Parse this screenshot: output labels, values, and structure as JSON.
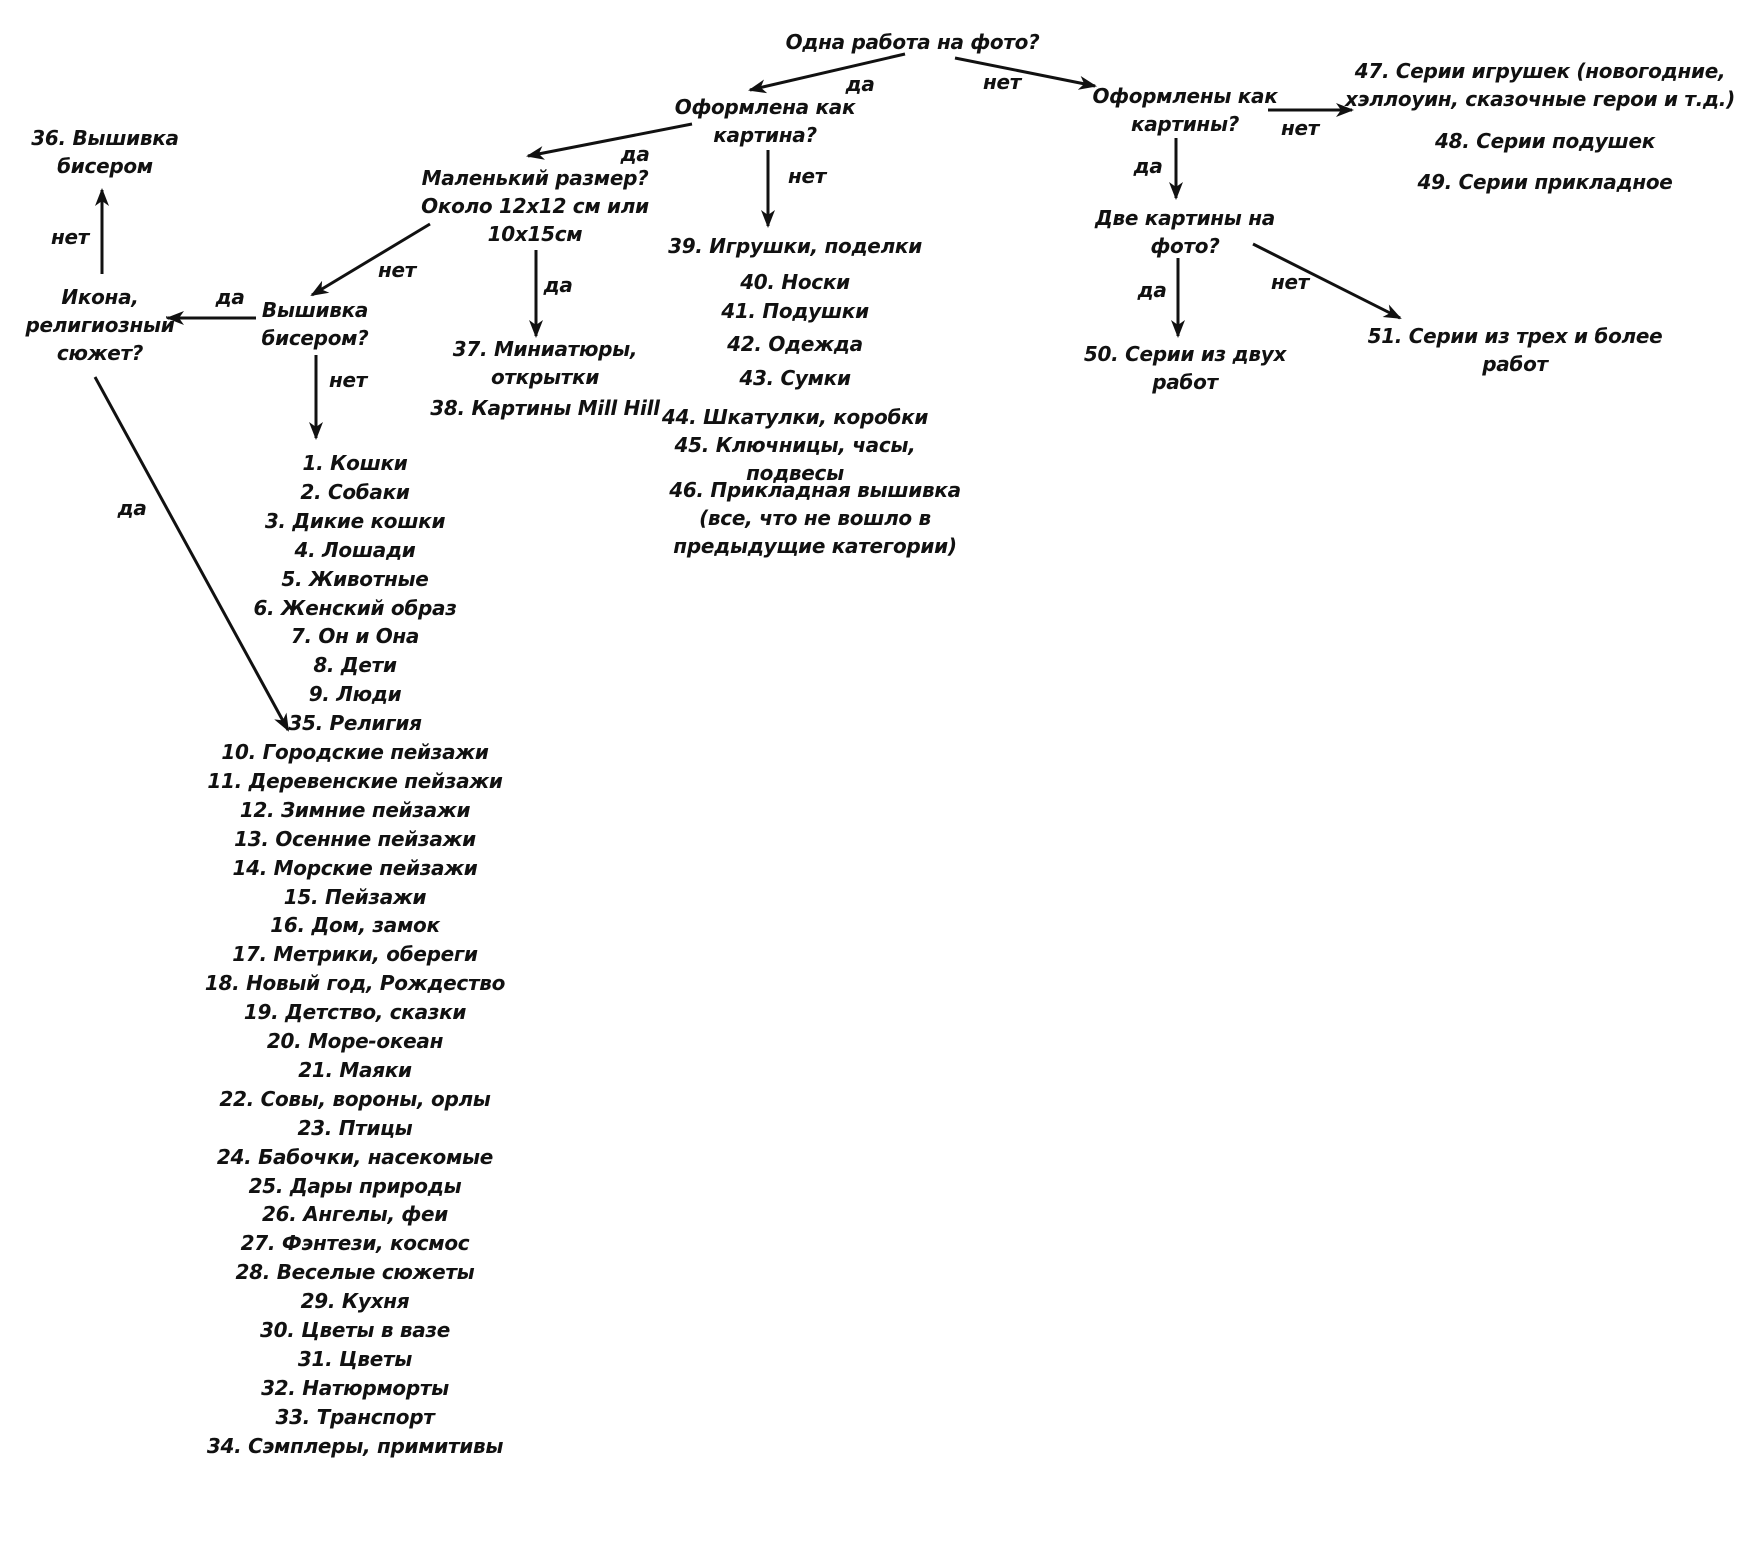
{
  "colors": {
    "ink": "#111111",
    "background": "#ffffff"
  },
  "nodes": {
    "q_one_work": "Одна работа на фото?",
    "q_framed_single": "Оформлена как\nкартина?",
    "q_framed_multi": "Оформлены как\nкартины?",
    "q_small_size": "Маленький размер?\nОколо 12х12 см или\n10х15см",
    "q_beads": "Вышивка\nбисером?",
    "q_icon": "Икона,\nрелигиозный\nсюжет?",
    "q_two_pictures": "Две картины на\nфото?"
  },
  "edge_labels": {
    "one_yes": "да",
    "one_no": "нет",
    "framed_single_yes": "да",
    "framed_single_no": "нет",
    "small_no": "нет",
    "small_yes": "да",
    "beads_yes": "да",
    "beads_no": "нет",
    "icon_no": "нет",
    "icon_yes": "да",
    "framed_multi_no": "нет",
    "framed_multi_yes": "да",
    "two_yes": "да",
    "two_no": "нет"
  },
  "categories": {
    "c36": "36. Вышивка\nбисером",
    "c37": "37. Миниатюры,\nоткрытки",
    "c38": "38. Картины Mill Hill",
    "c47": "47. Серии игрушек (новогодние,\nхэллоуин, сказочные герои и т.д.)",
    "c48": "48. Серии подушек",
    "c49": "49. Серии прикладное",
    "c50": "50. Серии из двух\nработ",
    "c51": "51. Серии из трех и более\nработ",
    "c46": "46. Прикладная вышивка\n(все, что не вошло в\nпредыдущие категории)"
  },
  "applied_list": [
    "39. Игрушки, поделки",
    "40. Носки",
    "41. Подушки",
    "42. Одежда",
    "43. Сумки",
    "44. Шкатулки, коробки",
    "45. Ключницы, часы, подвесы"
  ],
  "pictures_list": [
    "1. Кошки",
    "2. Собаки",
    "3. Дикие кошки",
    "4. Лошади",
    "5. Животные",
    "6. Женский образ",
    "7. Он и Она",
    "8. Дети",
    "9. Люди",
    "35. Религия",
    "10. Городские пейзажи",
    "11. Деревенские пейзажи",
    "12. Зимние пейзажи",
    "13. Осенние пейзажи",
    "14. Морские пейзажи",
    "15. Пейзажи",
    "16. Дом, замок",
    "17. Метрики, обереги",
    "18. Новый год, Рождество",
    "19. Детство, сказки",
    "20. Море-океан",
    "21. Маяки",
    "22. Совы, вороны, орлы",
    "23. Птицы",
    "24. Бабочки, насекомые",
    "25. Дары природы",
    "26. Ангелы, феи",
    "27. Фэнтези, космос",
    "28. Веселые сюжеты",
    "29. Кухня",
    "30. Цветы в вазе",
    "31. Цветы",
    "32. Натюрморты",
    "33. Транспорт",
    "34. Сэмплеры, примитивы"
  ]
}
